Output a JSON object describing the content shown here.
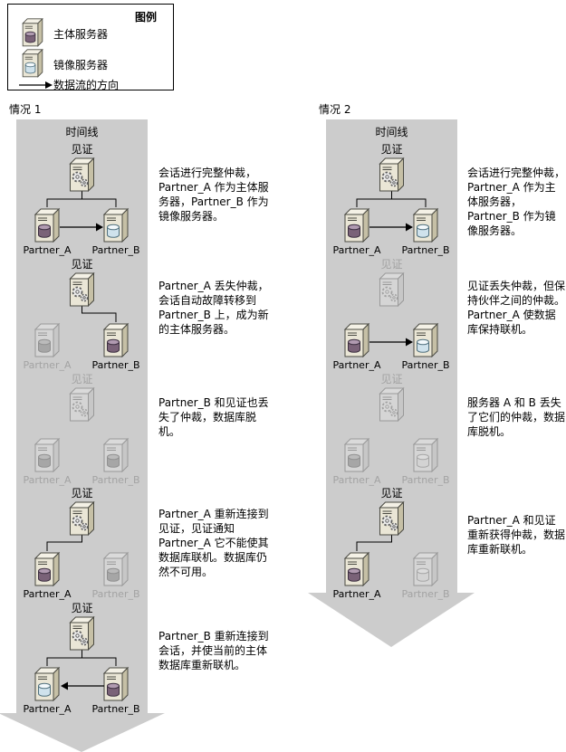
{
  "colors": {
    "timeline_arrow": "#cccccc",
    "principal_db": "#7a6278",
    "mirror_db": "#cfe2ec",
    "connector": "#000000"
  },
  "icons": {
    "witness": "server-with-gears-icon",
    "principal": "server-with-dark-database-icon",
    "mirror": "server-with-light-database-icon",
    "flow": "right-arrow-icon"
  },
  "legend": {
    "title": "图例",
    "items": [
      {
        "icon": "principal-server-icon",
        "label": "主体服务器"
      },
      {
        "icon": "mirror-server-icon",
        "label": "镜像服务器"
      },
      {
        "icon": "data-flow-arrow-icon",
        "label": "数据流的方向"
      }
    ]
  },
  "scenario1": {
    "title": "情况 1",
    "timeline_label": "时间线",
    "stages": [
      {
        "witness_label": "见证",
        "partner_a_label": "Partner_A",
        "partner_b_label": "Partner_B",
        "witness_state": "online",
        "partner_a_state": "principal-online",
        "partner_b_state": "mirror-online",
        "data_flow": "a-to-b",
        "text": "会话进行完整仲裁，Partner_A 作为主体服务器，Partner_B 作为镜像服务器。"
      },
      {
        "witness_label": "见证",
        "partner_a_label": "Partner_A",
        "partner_b_label": "Partner_B",
        "witness_state": "online",
        "partner_a_state": "offline",
        "partner_b_state": "principal-online",
        "data_flow": "none",
        "text": "Partner_A 丢失仲裁，会话自动故障转移到 Partner_B 上，成为新的主体服务器。"
      },
      {
        "witness_label": "见证",
        "partner_a_label": "Partner_A",
        "partner_b_label": "Partner_B",
        "witness_state": "offline",
        "partner_a_state": "offline",
        "partner_b_state": "offline",
        "data_flow": "none",
        "text": "Partner_B 和见证也丢失了仲裁，数据库脱机。"
      },
      {
        "witness_label": "见证",
        "partner_a_label": "Partner_A",
        "partner_b_label": "Partner_B",
        "witness_state": "online",
        "partner_a_state": "principal-online",
        "partner_b_state": "offline",
        "data_flow": "none",
        "text": "Partner_A 重新连接到见证，见证通知 Partner_A 它不能使其数据库联机。数据库仍然不可用。"
      },
      {
        "witness_label": "见证",
        "partner_a_label": "Partner_A",
        "partner_b_label": "Partner_B",
        "witness_state": "online",
        "partner_a_state": "mirror-online",
        "partner_b_state": "principal-online",
        "data_flow": "b-to-a",
        "text": "Partner_B 重新连接到会话，并使当前的主体数据库重新联机。"
      }
    ]
  },
  "scenario2": {
    "title": "情况 2",
    "timeline_label": "时间线",
    "stages": [
      {
        "witness_label": "见证",
        "partner_a_label": "Partner_A",
        "partner_b_label": "Partner_B",
        "witness_state": "online",
        "partner_a_state": "principal-online",
        "partner_b_state": "mirror-online",
        "data_flow": "a-to-b",
        "text": "会话进行完整仲裁，Partner_A 作为主体服务器，Partner_B 作为镜像服务器。"
      },
      {
        "witness_label": "见证",
        "partner_a_label": "Partner_A",
        "partner_b_label": "Partner_B",
        "witness_state": "offline",
        "partner_a_state": "principal-online",
        "partner_b_state": "mirror-online",
        "data_flow": "a-to-b",
        "text": "见证丢失仲裁，但保持伙伴之间的仲裁。Partner_A 使数据库保持联机。"
      },
      {
        "witness_label": "见证",
        "partner_a_label": "Partner_A",
        "partner_b_label": "Partner_B",
        "witness_state": "offline",
        "partner_a_state": "offline",
        "partner_b_state": "offline",
        "data_flow": "none",
        "text": "服务器 A 和 B 丢失了它们的仲裁，数据库脱机。"
      },
      {
        "witness_label": "见证",
        "partner_a_label": "Partner_A",
        "partner_b_label": "Partner_B",
        "witness_state": "online",
        "partner_a_state": "principal-online",
        "partner_b_state": "offline",
        "data_flow": "none",
        "text": "Partner_A 和见证重新获得仲裁，数据库重新联机。"
      }
    ]
  }
}
